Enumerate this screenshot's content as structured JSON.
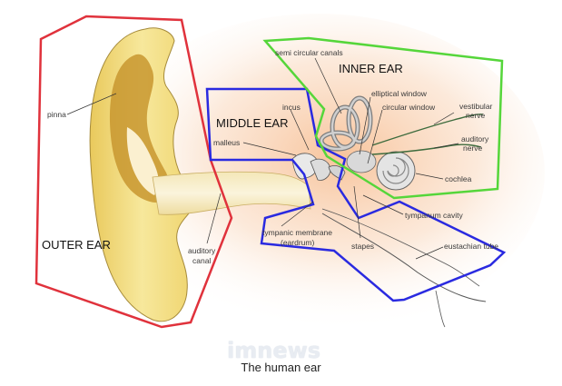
{
  "regions": {
    "outer_ear": "OUTER EAR",
    "middle_ear": "MIDDLE EAR",
    "inner_ear": "INNER EAR"
  },
  "labels": {
    "pinna": "pinna",
    "auditory_canal_1": "auditory",
    "auditory_canal_2": "canal",
    "semi_circular_canals": "semi circular canals",
    "incus": "incus",
    "malleus": "malleus",
    "elliptical_window": "elliptical window",
    "circular_window": "circular window",
    "vestibular_nerve_1": "vestibular",
    "vestibular_nerve_2": "nerve",
    "auditory_nerve_1": "auditory",
    "auditory_nerve_2": "nerve",
    "cochlea": "cochlea",
    "tympanic_membrane_1": "tympanic membrane",
    "tympanic_membrane_2": "(eardrum)",
    "stapes": "stapes",
    "tympanum_cavity": "tympanum cavity",
    "eustachian_tube": "eustachian tube"
  },
  "watermark": "imnews",
  "caption": "The human ear",
  "colors": {
    "outer_ear_outline": "#e0323c",
    "middle_ear_outline": "#2a2ae0",
    "inner_ear_outline": "#55d63a",
    "pinna_fill": "#f3e08a",
    "background_glow": "#f6b98a"
  }
}
